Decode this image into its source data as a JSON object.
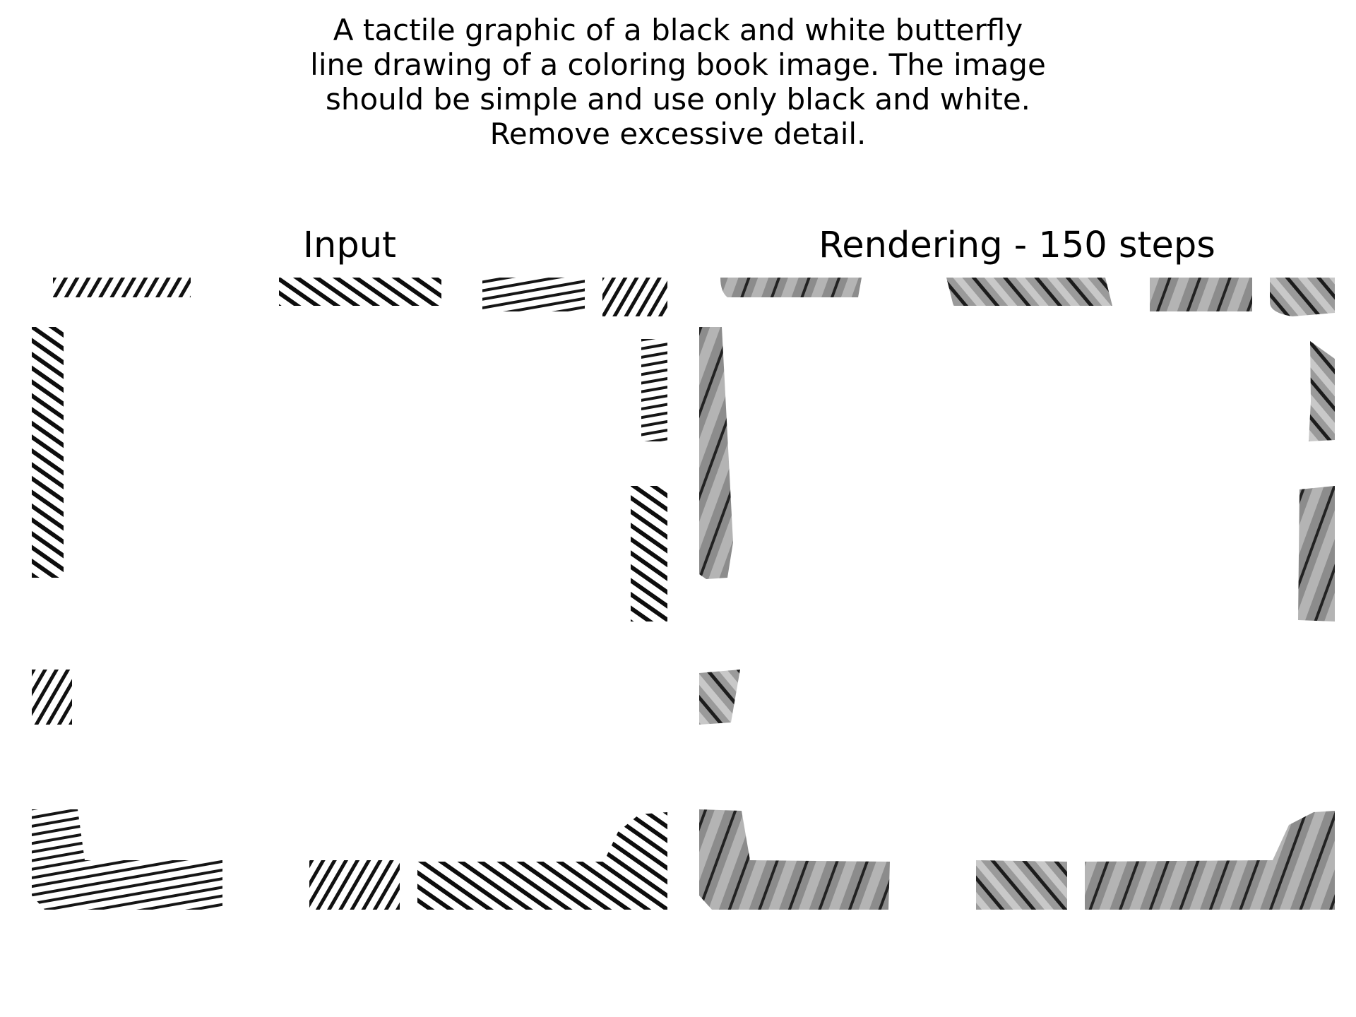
{
  "caption": "A tactile graphic of a black and white butterfly\nline drawing of a coloring book image. The image\nshould be simple and use only black and white.\nRemove excessive detail.",
  "panels": {
    "input_title": "Input",
    "rendering_title": "Rendering - 150 steps"
  },
  "colors": {
    "background": "#ffffff",
    "ink": "#000000",
    "render_gray": "#8c8c8c",
    "render_gray_light": "#b4b4b4"
  }
}
